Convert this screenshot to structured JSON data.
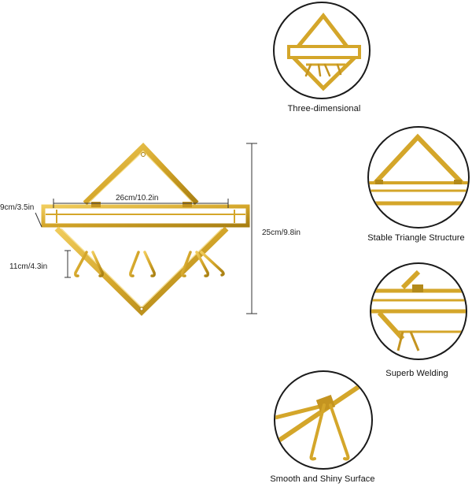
{
  "dimensions": {
    "depth": "9cm/3.5in",
    "width": "26cm/10.2in",
    "height": "25cm/9.8in",
    "hook_length": "11cm/4.3in"
  },
  "features": [
    {
      "caption": "Three-dimensional"
    },
    {
      "caption": "Stable Triangle Structure"
    },
    {
      "caption": "Superb Welding"
    },
    {
      "caption": "Smooth and Shiny Surface"
    }
  ],
  "colors": {
    "gold": "#d4a62a",
    "gold_dark": "#a87f12",
    "gold_light": "#f0cc5c",
    "dimension_line": "#333333"
  }
}
